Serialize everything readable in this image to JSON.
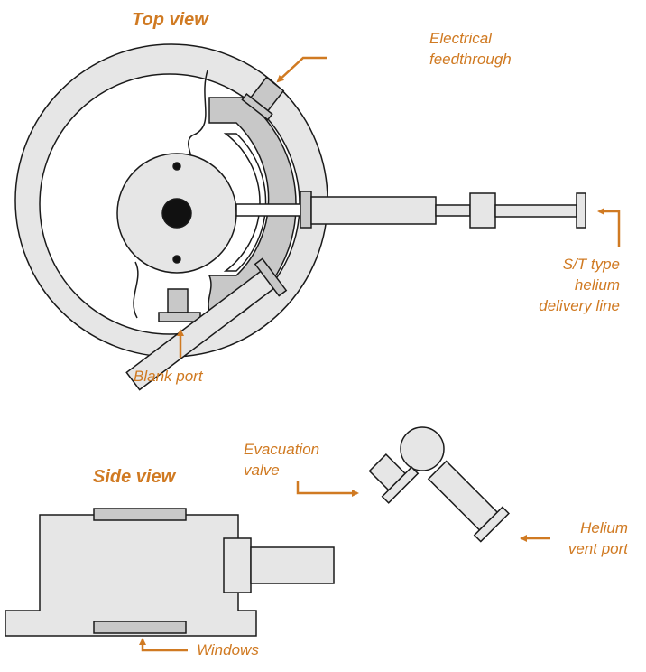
{
  "titles": {
    "top_view": "Top view",
    "side_view": "Side view"
  },
  "labels": {
    "electrical_feedthrough_1": "Electrical",
    "electrical_feedthrough_2": "feedthrough",
    "st_line_1": "S/T type",
    "st_line_2": "helium",
    "st_line_3": "delivery line",
    "blank_port": "Blank port",
    "evacuation_valve_1": "Evacuation",
    "evacuation_valve_2": "valve",
    "helium_vent_1": "Helium",
    "helium_vent_2": "vent port",
    "windows": "Windows"
  },
  "colors": {
    "accent": "#d07a22",
    "part_gray": "#c8c8c8",
    "light_gray": "#e6e6e6",
    "outline": "#1a1a1a"
  }
}
